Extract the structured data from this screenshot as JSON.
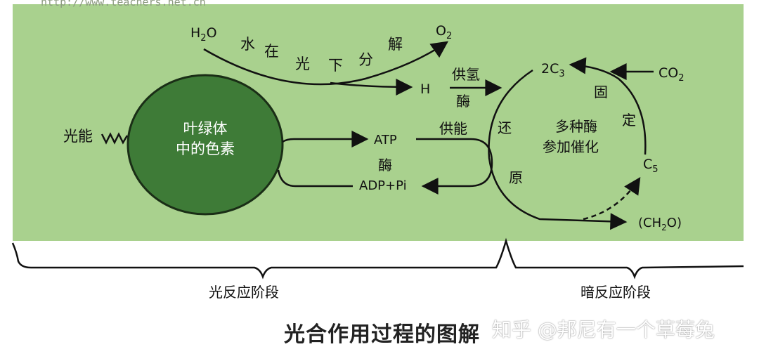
{
  "watermark": {
    "url": "http://www.teachers.net.cn",
    "author": "知乎 @邦尼有一个草莓兔"
  },
  "caption": "光合作用过程的图解",
  "phases": {
    "light": "光反应阶段",
    "dark": "暗反应阶段"
  },
  "chlorophyll": {
    "line1": "叶绿体",
    "line2": "中的色素"
  },
  "light_energy": "光能",
  "water": {
    "h2o": {
      "main": "H",
      "sub": "2",
      "tail": "O"
    },
    "split_chars": [
      "水",
      "在",
      "光",
      "下",
      "分",
      "解"
    ],
    "o2": {
      "main": "O",
      "sub": "2"
    },
    "h": "H"
  },
  "hydrogen_supply": {
    "label": "供氢",
    "enzyme": "酶"
  },
  "atp": {
    "atp": "ATP",
    "enzyme": "酶",
    "adp": "ADP+Pi",
    "supply_energy": "供能"
  },
  "calvin": {
    "c3": {
      "pre": "2C",
      "sub": "3"
    },
    "co2": {
      "main": "CO",
      "sub": "2"
    },
    "fixation": [
      "固",
      "定"
    ],
    "reduction": [
      "还",
      "原"
    ],
    "enzymes": {
      "line1": "多种酶",
      "line2": "参加催化"
    },
    "c5": {
      "main": "C",
      "sub": "5"
    },
    "product": {
      "pre": "(CH",
      "sub": "2",
      "post": "O)"
    }
  },
  "colors": {
    "panel": "#a9d18e",
    "circle": "#3e7b37",
    "circle_edge": "#1a2e16",
    "line": "#111111"
  }
}
